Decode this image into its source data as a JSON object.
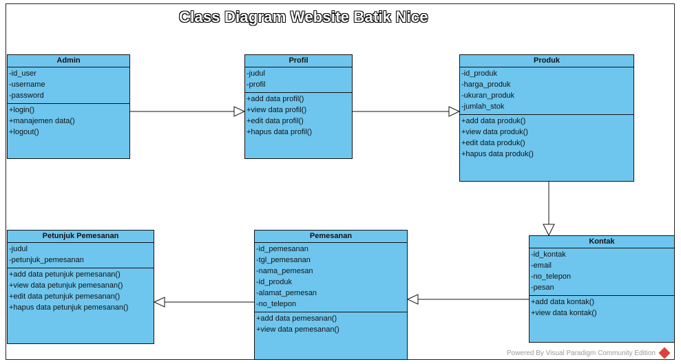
{
  "title": "Class Diagram Website Batik Nice",
  "footer": "Powered By  Visual Paradigm Community Edition",
  "classes": {
    "admin": {
      "name": "Admin",
      "attributes": [
        "-id_user",
        "-username",
        "-password"
      ],
      "methods": [
        "+login()",
        "+manajemen data()",
        "+logout()"
      ]
    },
    "profil": {
      "name": "Profil",
      "attributes": [
        "-judul",
        "-profil"
      ],
      "methods": [
        "+add data profil()",
        "+view data profil()",
        "+edit data profil()",
        "+hapus data profil()"
      ]
    },
    "produk": {
      "name": "Produk",
      "attributes": [
        "-id_produk",
        "-harga_produk",
        "-ukuran_produk",
        "-jumlah_stok"
      ],
      "methods": [
        "+add data produk()",
        "+view data produk()",
        "+edit data produk()",
        "+hapus data produk()"
      ]
    },
    "kontak": {
      "name": "Kontak",
      "attributes": [
        "-id_kontak",
        "-email",
        "-no_telepon",
        "-pesan"
      ],
      "methods": [
        "+add data kontak()",
        "+view data kontak()"
      ]
    },
    "pemesanan": {
      "name": "Pemesanan",
      "attributes": [
        "-id_pemesanan",
        "-tgl_pemesanan",
        "-nama_pemesan",
        "-id_produk",
        "-alamat_pemesan",
        "-no_telepon"
      ],
      "methods": [
        "+add data pemesanan()",
        "+view data pemesanan()"
      ]
    },
    "petunjuk": {
      "name": "Petunjuk Pemesanan",
      "attributes": [
        "-judul",
        "-petunjuk_pemesanan"
      ],
      "methods": [
        "+add data petunjuk pemesanan()",
        "+view data petunjuk pemesanan()",
        "+edit data petunjuk pemesanan()",
        "+hapus data petunjuk pemesanan()"
      ]
    }
  }
}
